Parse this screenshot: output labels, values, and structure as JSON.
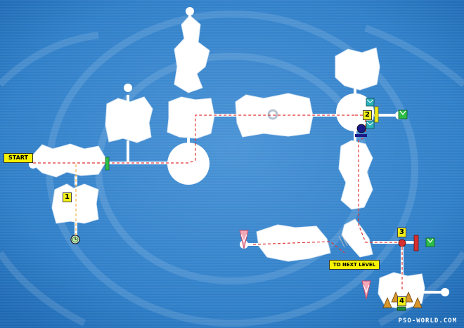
{
  "labels": {
    "start": "START",
    "next_level": "TO NEXT LEVEL",
    "credit": "PSO-WORLD.COM"
  },
  "markers": [
    "1",
    "2",
    "3",
    "4"
  ],
  "colors": {
    "background": "#2f7fc8",
    "room": "#ffffff",
    "path": "#e03232",
    "path_alt": "#f0b04a",
    "label_yellow": "#f6f200",
    "door_green": "#2dbd47",
    "door_red": "#d63030"
  },
  "icons": [
    "clock-icon",
    "switch-icon",
    "item-box-icon",
    "arrow-down-icon",
    "red-node-icon",
    "green-door-icon",
    "red-door-icon"
  ]
}
